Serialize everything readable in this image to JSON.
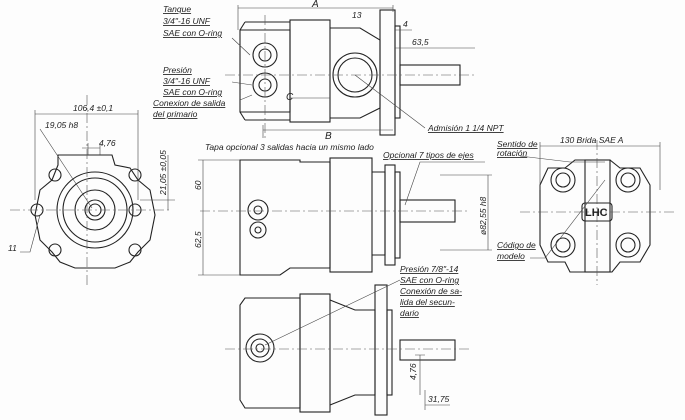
{
  "top_view": {
    "dim_A": "A",
    "dim_13": "13",
    "dim_4": "4",
    "dim_63_5": "63,5",
    "dim_B": "B",
    "dim_C": "C",
    "tank_label": [
      "Tanque",
      "3/4\"-16 UNF",
      "SAE con O-ring"
    ],
    "pressure_label": [
      "Presión",
      "3/4\"-16 UNF",
      "SAE con O-ring"
    ],
    "outlet_label": [
      "Conexion de salida",
      "del primario"
    ],
    "inlet_label": "Admisión 1 1/4 NPT"
  },
  "left_view": {
    "dim_width": "106,4 ±0,1",
    "dim_shaft": "19,05 h8",
    "dim_key": "4,76",
    "dim_height": "21,05 ±0,05",
    "dim_hole": "11"
  },
  "middle_view": {
    "cover_note": "Tapa opcional 3 salidas hacia un mismo lado",
    "shaft_note": "Opcional 7 tipos de ejes",
    "dim_60": "60",
    "dim_62_5": "62,5",
    "dim_pilot": "ø82,55 h8"
  },
  "right_view": {
    "flange": "130  Brida SAE A",
    "rotation": [
      "Sentido de",
      "rotación"
    ],
    "model_code": [
      "Código de",
      "modelo"
    ],
    "logo": "LHC"
  },
  "bottom_view": {
    "pressure_label": [
      "Presión 7/8\"-14",
      "SAE con O-ring",
      "Conexión de sa-",
      "lida del secun-",
      "dario"
    ],
    "dim_key": "4,76",
    "dim_shaft_len": "31,75"
  }
}
